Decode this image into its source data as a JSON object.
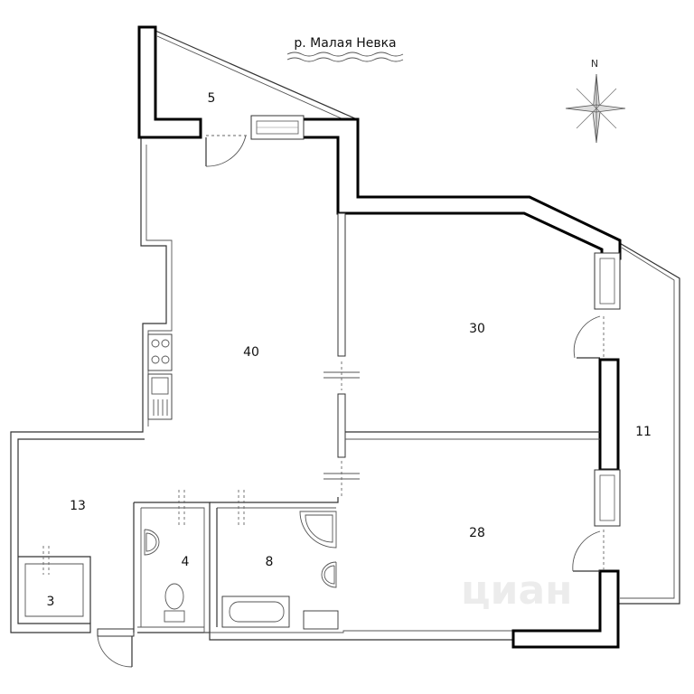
{
  "river": {
    "label": "р. Малая Невка"
  },
  "compass": {
    "north": "N"
  },
  "watermark": {
    "text": "циан"
  },
  "rooms": [
    {
      "id": "balcony-north",
      "label": "5"
    },
    {
      "id": "kitchen-living",
      "label": "40"
    },
    {
      "id": "room-30",
      "label": "30"
    },
    {
      "id": "loggia-east",
      "label": "11"
    },
    {
      "id": "hall",
      "label": "13"
    },
    {
      "id": "closet",
      "label": "3"
    },
    {
      "id": "wc",
      "label": "4"
    },
    {
      "id": "bathroom",
      "label": "8"
    },
    {
      "id": "room-28",
      "label": "28"
    }
  ]
}
